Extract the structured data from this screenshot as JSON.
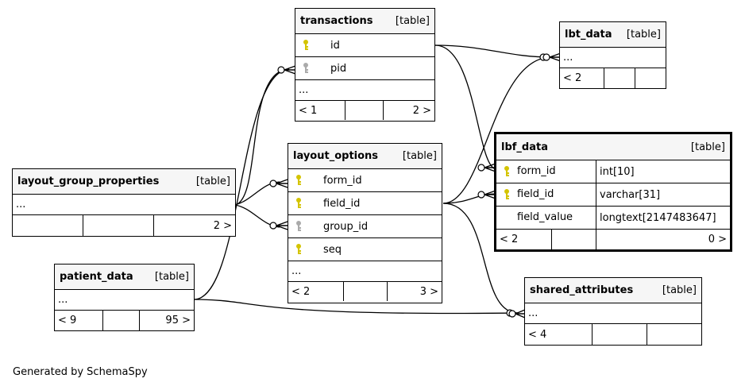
{
  "colors": {
    "key_primary": "#d4c400",
    "key_foreign": "#aaaaaa",
    "line": "#000000",
    "header_bg": "#f6f6f6"
  },
  "tables": {
    "transactions": {
      "name": "transactions",
      "kind": "[table]",
      "columns": [
        {
          "name": "id",
          "icon": "primary-key-icon"
        },
        {
          "name": "pid",
          "icon": "foreign-key-icon"
        }
      ],
      "ellipsis": "...",
      "footer": {
        "left": "< 1",
        "mid": "",
        "right": "2 >"
      }
    },
    "lbt_data": {
      "name": "lbt_data",
      "kind": "[table]",
      "ellipsis": "...",
      "footer": {
        "left": "< 2",
        "mid": "",
        "right": ""
      }
    },
    "layout_group_properties": {
      "name": "layout_group_properties",
      "kind": "[table]",
      "ellipsis": "...",
      "footer": {
        "left": "",
        "mid": "",
        "right": "2 >"
      }
    },
    "layout_options": {
      "name": "layout_options",
      "kind": "[table]",
      "columns": [
        {
          "name": "form_id",
          "icon": "primary-key-icon"
        },
        {
          "name": "field_id",
          "icon": "primary-key-icon"
        },
        {
          "name": "group_id",
          "icon": "foreign-key-icon"
        },
        {
          "name": "seq",
          "icon": "primary-key-icon"
        }
      ],
      "ellipsis": "...",
      "footer": {
        "left": "< 2",
        "mid": "",
        "right": "3 >"
      }
    },
    "lbf_data": {
      "name": "lbf_data",
      "kind": "[table]",
      "columns": [
        {
          "name": "form_id",
          "type": "int[10]",
          "icon": "primary-key-icon"
        },
        {
          "name": "field_id",
          "type": "varchar[31]",
          "icon": "primary-key-icon"
        },
        {
          "name": "field_value",
          "type": "longtext[2147483647]",
          "icon": ""
        }
      ],
      "footer": {
        "left": "< 2",
        "mid": "",
        "right": "0 >"
      }
    },
    "patient_data": {
      "name": "patient_data",
      "kind": "[table]",
      "ellipsis": "...",
      "footer": {
        "left": "< 9",
        "mid": "",
        "right": "95 >"
      }
    },
    "shared_attributes": {
      "name": "shared_attributes",
      "kind": "[table]",
      "ellipsis": "...",
      "footer": {
        "left": "< 4",
        "mid": "",
        "right": ""
      }
    }
  },
  "caption": "Generated by SchemaSpy"
}
